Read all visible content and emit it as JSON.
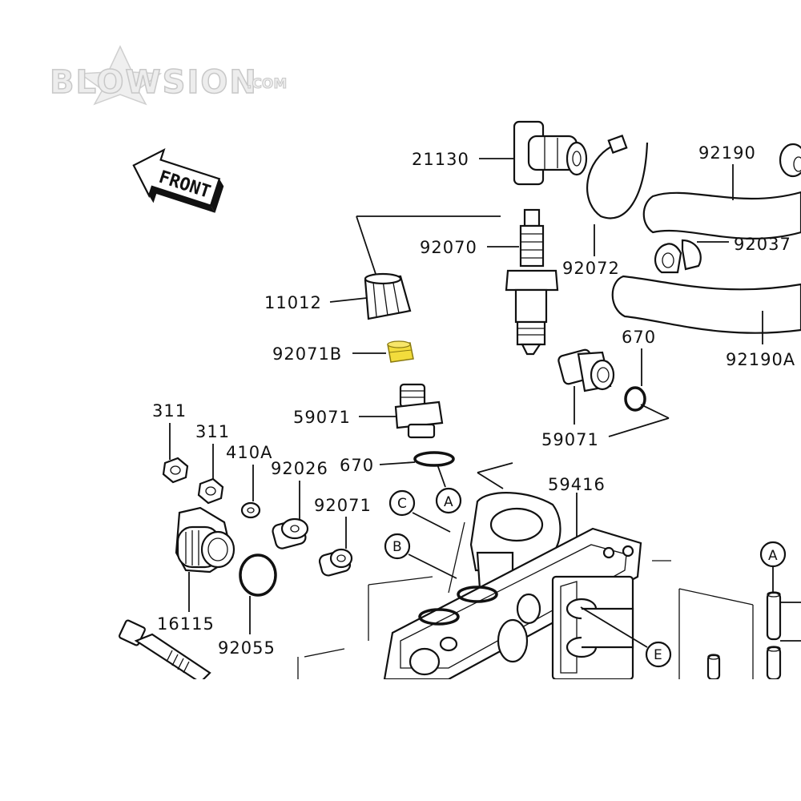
{
  "logo": {
    "text": "BLOWSION",
    "suffix": ".COM"
  },
  "front_arrow": {
    "label": "FRONT"
  },
  "highlight_color": "#f2dc3c",
  "part_labels": {
    "p21130": "21130",
    "p92190": "92190",
    "p92070": "92070",
    "p92072": "92072",
    "p92037": "92037",
    "p11012": "11012",
    "p92190A": "92190A",
    "p670_top": "670",
    "p92071B": "92071B",
    "p59071_left": "59071",
    "p59071_right": "59071",
    "p311_a": "311",
    "p311_b": "311",
    "p410A": "410A",
    "p92026": "92026",
    "p670_mid": "670",
    "p59416": "59416",
    "p92071": "92071",
    "p16115": "16115",
    "p92055": "92055"
  },
  "callouts": {
    "a1": "A",
    "a2": "A",
    "b": "B",
    "c": "C",
    "e": "E"
  }
}
